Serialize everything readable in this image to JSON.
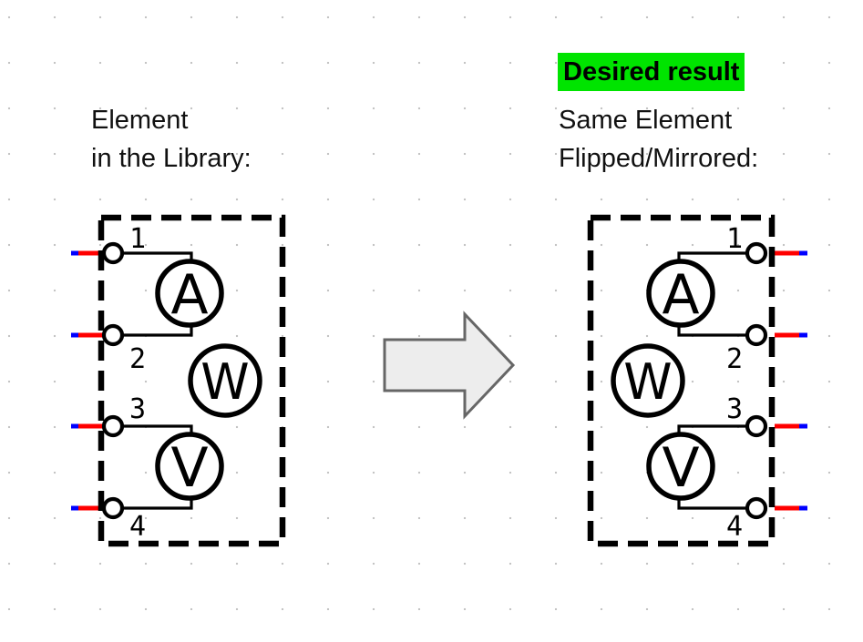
{
  "left_panel": {
    "title_line1": "Element",
    "title_line2": "in the Library:"
  },
  "right_panel": {
    "badge_label": "Desired result",
    "title_line1": "Same Element",
    "title_line2": "Flipped/Mirrored:"
  },
  "element": {
    "pin_labels": [
      "1",
      "2",
      "3",
      "4"
    ],
    "meter_labels": {
      "ammeter": "A",
      "wattmeter": "W",
      "voltmeter": "V"
    }
  },
  "colors": {
    "badge_highlight_green": "#00e400",
    "wire_stub_red": "#ff0000",
    "wire_stub_blue": "#0000ff",
    "symbol_black": "#000000",
    "arrow_fill": "#ededed",
    "arrow_stroke": "#666666",
    "grid_dot_gray": "#c4c4c4"
  }
}
